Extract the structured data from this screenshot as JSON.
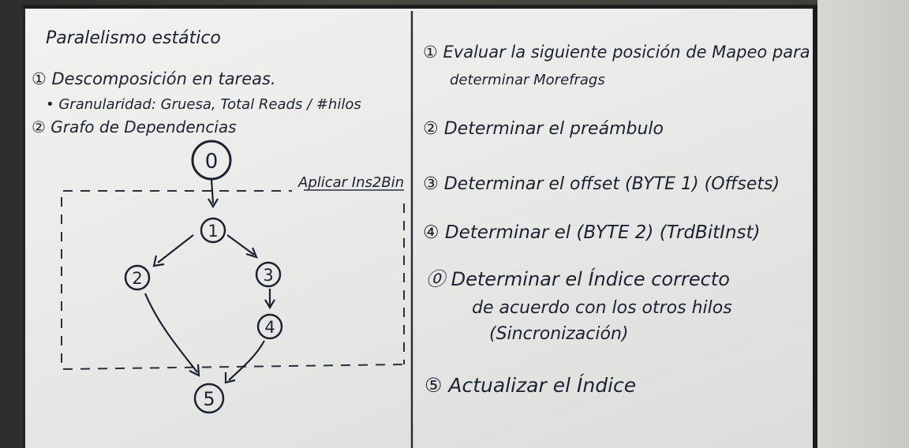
{
  "left": {
    "title": "Paralelismo estático",
    "step1": "① Descomposición en tareas.",
    "bullet": "• Granularidad: Gruesa, Total Reads / #hilos",
    "step2": "② Grafo de Dependencias"
  },
  "graph": {
    "n0": "0",
    "n1": "1",
    "n2": "2",
    "n3": "3",
    "n4": "4",
    "n5": "5",
    "box_label": "Aplicar Ins2Bin"
  },
  "right": {
    "s1a": "① Evaluar la siguiente posición de Mapeo para",
    "s1b": "determinar Morefrags",
    "s2": "② Determinar el preámbulo",
    "s3": "③ Determinar el offset (BYTE 1) (Offsets)",
    "s4": "④ Determinar el (BYTE 2) (TrdBitInst)",
    "s0a": "⓪ Determinar el Índice correcto",
    "s0b": "de acuerdo con los otros hilos",
    "s0c": "(Sincronización)",
    "s5": "⑤ Actualizar el Índice"
  }
}
